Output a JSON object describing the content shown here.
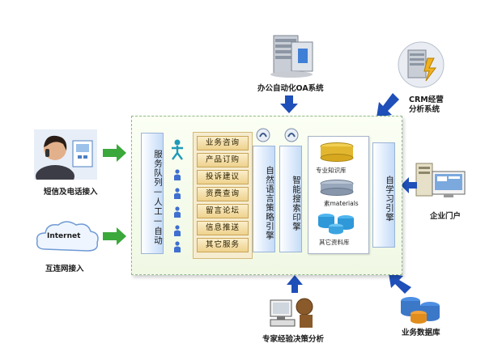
{
  "labels": {
    "oa": "办公自动化OA系统",
    "crm_line1": "CRM经营",
    "crm_line2": "分析系统",
    "sms": "短信及电话接入",
    "internet_cloud": "Internet",
    "internet": "互连网接入",
    "portal": "企业门户",
    "expert": "专家经验决策分析",
    "business_db": "业务数据库"
  },
  "queue": {
    "text": "服务队列—人工—自动"
  },
  "services": [
    "业务咨询",
    "产品订购",
    "投诉建议",
    "资费查询",
    "留言论坛",
    "信息推送",
    "其它服务"
  ],
  "engines": {
    "nlp": "自然语言策略引擎",
    "search": "智能搜索印擎",
    "learning": "自学习引擎"
  },
  "databases": {
    "knowledge": "专业知识库",
    "faq": "素materials",
    "other": "其它资料库"
  },
  "colors": {
    "arrow_green": "#3aa83a",
    "arrow_blue": "#1f4fb8",
    "box_border": "#8fb98a",
    "service_fill": "#f2dc9e"
  }
}
